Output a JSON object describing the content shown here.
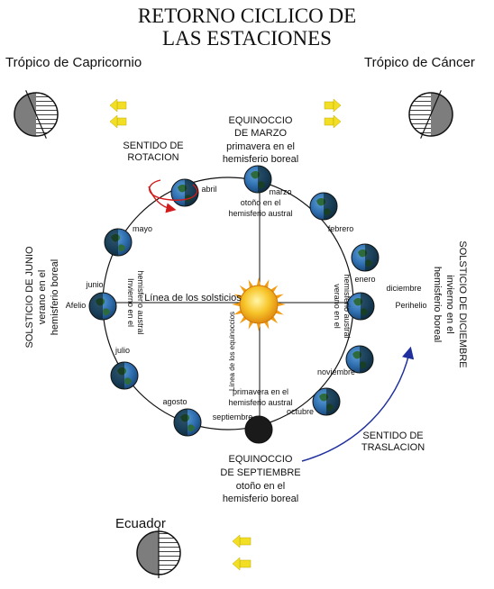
{
  "title": {
    "line1": "RETORNO CICLICO DE",
    "line2": "LAS ESTACIONES"
  },
  "corners": {
    "capricorn": "Trópico de Capricornio",
    "cancer": "Trópico de Cáncer",
    "ecuador": "Ecuador"
  },
  "rotation": {
    "line1": "SENTIDO DE",
    "line2": "ROTACION"
  },
  "translation": {
    "line1": "SENTIDO DE",
    "line2": "TRASLACION"
  },
  "march_equinox": {
    "line1": "EQUINOCCIO",
    "line2": "DE MARZO",
    "line3": "primavera en el",
    "line4": "hemisferio boreal",
    "sub1": "otoño en el",
    "sub2": "hemisferio austral"
  },
  "september_equinox": {
    "line1": "EQUINOCCIO",
    "line2": "DE SEPTIEMBRE",
    "line3": "otoño en el",
    "line4": "hemisferio boreal",
    "pre1": "primavera en el",
    "pre2": "hemisferio austral"
  },
  "june_solstice": {
    "line1": "SOLSTICIO DE JUNIO",
    "line2": "verano en el",
    "line3": "hemisferio boreal",
    "inner1": "Invierno en el",
    "inner2": "hemisferio austral"
  },
  "december_solstice": {
    "line1": "SOLSTICIO DE DICIEMBRE",
    "line2": "invierno en el",
    "line3": "hemisferio boreal",
    "inner1": "verano en el",
    "inner2": "hemisferio austral"
  },
  "lines": {
    "solstices": "Línea de los solsticios",
    "equinoxes": "Línea de los equinoccios"
  },
  "months": {
    "enero": "enero",
    "febrero": "febrero",
    "marzo": "marzo",
    "abril": "abril",
    "mayo": "mayo",
    "junio": "junio",
    "julio": "julio",
    "agosto": "agosto",
    "septiembre": "septiembre",
    "octubre": "octubre",
    "noviembre": "noviembre",
    "diciembre": "diciembre"
  },
  "orbit_points": {
    "afelio": "Afelio",
    "perihelio": "Perihelio"
  },
  "colors": {
    "earth_land": "#2e6b3c",
    "earth_ocean": "#2f6fb0",
    "sun": "#f3b21c",
    "arrow_yellow": "#f2df25",
    "rotation_arrow": "#d21b1b",
    "translation_arrow": "#1f2f9e",
    "shadow_gray": "#7d7d7d"
  }
}
